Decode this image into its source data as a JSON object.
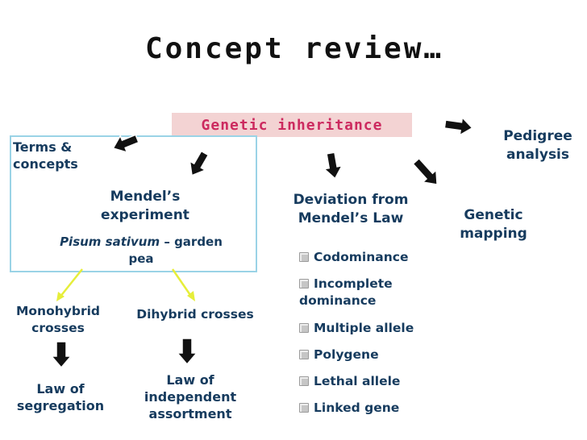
{
  "title": "Concept review…",
  "root": "Genetic inheritance",
  "branches": {
    "terms": "Terms & concepts",
    "mendel": "Mendel’s experiment",
    "deviation": "Deviation from Mendel’s Law",
    "mapping": "Genetic mapping",
    "pedigree": "Pedigree analysis"
  },
  "mendel_detail": {
    "species": "Pisum sativum",
    "common": "– garden pea"
  },
  "crosses": {
    "mono": "Monohybrid crosses",
    "di": "Dihybrid crosses"
  },
  "laws": {
    "segregation": "Law of segregation",
    "independent": "Law of independent assortment"
  },
  "deviation_items": [
    "Codominance",
    "Incomplete dominance",
    "Multiple allele",
    "Polygene",
    "Lethal allele",
    "Linked gene"
  ],
  "colors": {
    "banner_bg": "#f3d3d3",
    "banner_text": "#cc2a5f",
    "box_border": "#9ad3e6",
    "connector_yellow": "#e6ee3a",
    "arrow_fill": "#111111"
  }
}
